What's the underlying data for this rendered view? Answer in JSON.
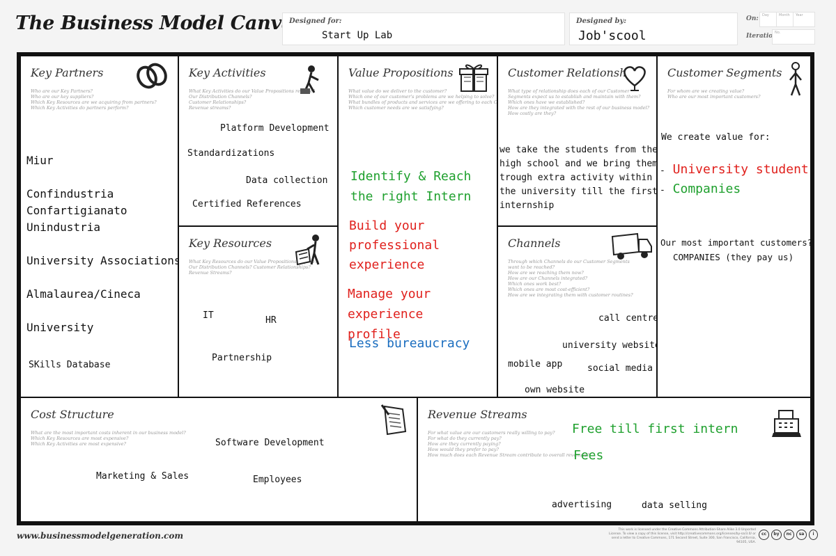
{
  "header": {
    "title": "The Business Model Canvas",
    "designed_for_label": "Designed for:",
    "designed_for_value": "Start Up Lab",
    "designed_by_label": "Designed by:",
    "designed_by_value": "Job'scool",
    "on_label": "On:",
    "iteration_label": "Iteration:",
    "day_label": "Day",
    "month_label": "Month",
    "year_label": "Year",
    "no_label": "No."
  },
  "key_partners": {
    "title": "Key Partners",
    "guide": [
      "Who are our Key Partners?",
      "Who are our key suppliers?",
      "Which Key Resources are we acquiring from partners?",
      "Which Key Activities do partners perform?"
    ],
    "notes": [
      "Miur",
      "Confindustria",
      "Confartigianato",
      "Unindustria",
      "University Associations",
      "Almalaurea/Cineca",
      "University",
      "SKills Database"
    ]
  },
  "key_activities": {
    "title": "Key Activities",
    "guide": [
      "What Key Activities do our Value Propositions require?",
      "Our Distribution Channels?",
      "Customer Relationships?",
      "Revenue streams?"
    ],
    "notes": [
      "Platform Development",
      "Standardizations",
      "Data collection",
      "Certified References"
    ]
  },
  "key_resources": {
    "title": "Key Resources",
    "guide": [
      "What Key Resources do our Value Propositions require?",
      "Our Distribution Channels? Customer Relationships?",
      "Revenue Streams?"
    ],
    "notes": [
      "IT",
      "HR",
      "Partnership"
    ]
  },
  "value_propositions": {
    "title": "Value Propositions",
    "guide": [
      "What value do we deliver to the customer?",
      "Which one of our customer's problems are we helping to solve?",
      "What bundles of products and services are we offering to each Customer Segment?",
      "Which customer needs are we satisfying?"
    ],
    "notes": [
      {
        "text": "Identify & Reach the right Intern",
        "color": "#1fa02e"
      },
      {
        "text": "Build your professional experience",
        "color": "#e0201c"
      },
      {
        "text": "Manage your experience profile",
        "color": "#e0201c"
      },
      {
        "text": "Less bureaucracy",
        "color": "#1a6dbf"
      }
    ]
  },
  "customer_relationships": {
    "title": "Customer Relationships",
    "guide": [
      "What type of relationship does each of our Customer",
      "Segments expect us to establish and maintain with them?",
      "Which ones have we established?",
      "How are they integrated with the rest of our business model?",
      "How costly are they?"
    ],
    "notes": [
      "we take the students from the high school and we bring them trough extra activity within the university till the first internship"
    ]
  },
  "channels": {
    "title": "Channels",
    "guide": [
      "Through which Channels do our Customer Segments",
      "want to be reached?",
      "How are we reaching them now?",
      "How are our Channels integrated?",
      "Which ones work best?",
      "Which ones are most cost-efficient?",
      "How are we integrating them with customer routines?"
    ],
    "notes": [
      "call centre",
      "university website",
      "mobile app",
      "social media",
      "own website"
    ]
  },
  "customer_segments": {
    "title": "Customer Segments",
    "guide": [
      "For whom are we creating value?",
      "Who are our most important customers?"
    ],
    "intro": "We create value for:",
    "items": [
      {
        "bullet": "-",
        "text": "University student",
        "color": "#e0201c"
      },
      {
        "bullet": "-",
        "text": "Companies",
        "color": "#1fa02e"
      }
    ],
    "question": "Our most important customers?",
    "answer": "COMPANIES (they pay us)"
  },
  "cost_structure": {
    "title": "Cost Structure",
    "guide": [
      "What are the most important costs inherent in our business model?",
      "Which Key Resources are most expensive?",
      "Which Key Activities are most expensive?"
    ],
    "notes": [
      "Software Development",
      "Marketing & Sales",
      "Employees"
    ]
  },
  "revenue_streams": {
    "title": "Revenue Streams",
    "guide": [
      "For what value are our customers really willing to pay?",
      "For what do they currently pay?",
      "How are they currently paying?",
      "How would they prefer to pay?",
      "How much does each Revenue Stream contribute to overall revenues?"
    ],
    "notes": [
      {
        "text": "Free till first intern",
        "color": "#1fa02e"
      },
      {
        "text": "Fees",
        "color": "#1fa02e"
      },
      {
        "text": "advertising",
        "color": "#111111"
      },
      {
        "text": "data selling",
        "color": "#111111"
      }
    ]
  },
  "footer": {
    "url": "www.businessmodelgeneration.com",
    "license": "This work is licensed under the Creative Commons Attribution-Share Alike 3.0 Unported License. To view a copy of this license, visit http://creativecommons.org/licenses/by-sa/3.0/ or send a letter to Creative Commons, 171 Second Street, Suite 300, San Francisco, California, 94105, USA.",
    "cc_labels": [
      "cc",
      "by",
      "nc",
      "sa",
      "i"
    ]
  }
}
